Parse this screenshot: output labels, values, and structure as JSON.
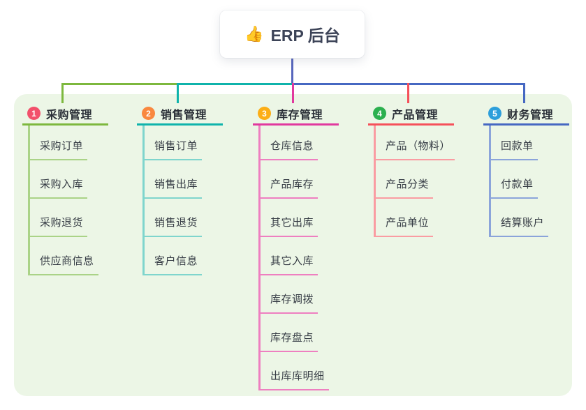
{
  "root": {
    "icon": "👍",
    "label": "ERP 后台"
  },
  "colors": {
    "root_connector": "#5766bd",
    "panel_bg": "#ecf6e6",
    "header_text": "#2b3038",
    "child_text": "#363c45"
  },
  "branches": [
    {
      "number": "1",
      "label": "采购管理",
      "color": "#7db83e",
      "light": "#aad387",
      "badge": "#f2506b",
      "children": [
        "采购订单",
        "采购入库",
        "采购退货",
        "供应商信息"
      ]
    },
    {
      "number": "2",
      "label": "销售管理",
      "color": "#0fb3ab",
      "light": "#7fd5cd",
      "badge": "#f9883f",
      "children": [
        "销售订单",
        "销售出库",
        "销售退货",
        "客户信息"
      ]
    },
    {
      "number": "3",
      "label": "库存管理",
      "color": "#e1399e",
      "light": "#ee7fc0",
      "badge": "#fcae16",
      "children": [
        "仓库信息",
        "产品库存",
        "其它出库",
        "其它入库",
        "库存调拨",
        "库存盘点",
        "出库库明细"
      ]
    },
    {
      "number": "4",
      "label": "产品管理",
      "color": "#f5505a",
      "light": "#fa9ca2",
      "badge": "#2cb04f",
      "children": [
        "产品（物料）",
        "产品分类",
        "产品单位"
      ]
    },
    {
      "number": "5",
      "label": "财务管理",
      "color": "#4668c2",
      "light": "#8ba4da",
      "badge": "#2d9fdb",
      "children": [
        "回款单",
        "付款单",
        "结算账户"
      ]
    }
  ]
}
